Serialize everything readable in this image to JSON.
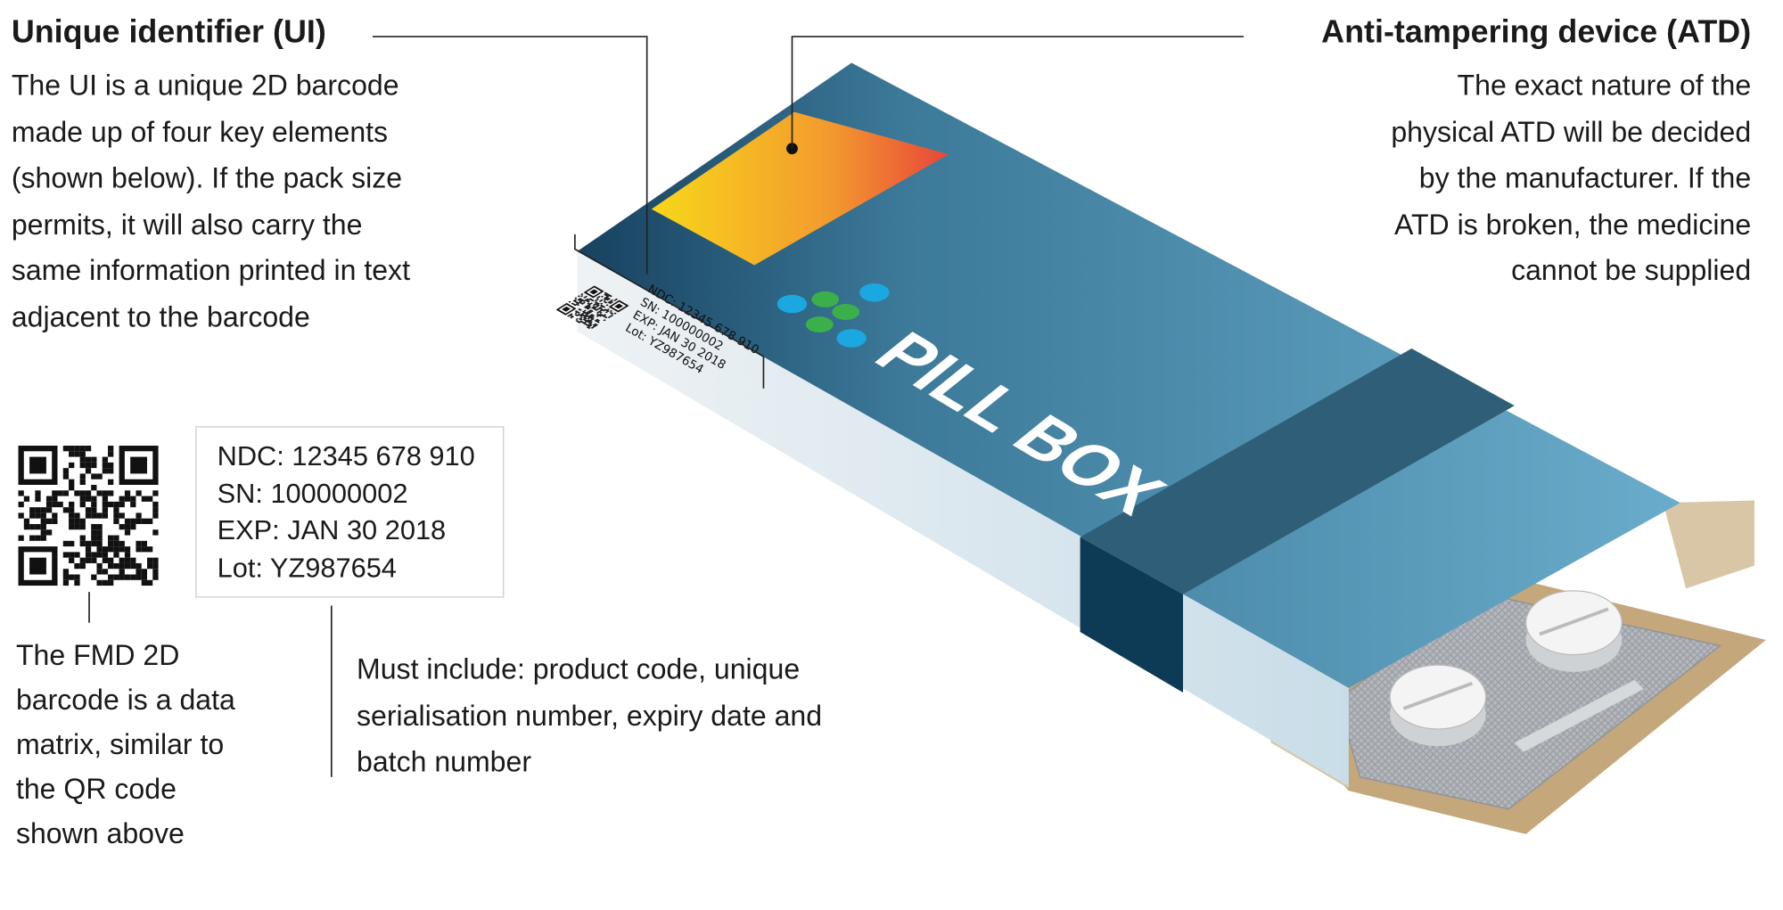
{
  "ui_callout": {
    "title": "Unique identifier (UI)",
    "lines": [
      "The UI is a unique 2D barcode",
      "made up of four key elements",
      "(shown below). If the pack size",
      "permits, it will also carry the",
      "same information printed in text",
      "adjacent to the barcode"
    ]
  },
  "atd_callout": {
    "title": "Anti-tampering device (ATD)",
    "lines": [
      "The exact nature of the",
      "physical ATD will be decided",
      "by the manufacturer. If the",
      "ATD is broken, the medicine",
      "cannot be supplied"
    ]
  },
  "code_box": [
    "NDC: 12345 678 910",
    "SN: 100000002",
    "EXP: JAN 30 2018",
    "Lot: YZ987654"
  ],
  "pack_label": [
    "NDC: 12345 678 910",
    "SN: 100000002",
    "EXP: JAN 30 2018",
    "Lot: YZ987654"
  ],
  "fmd_note": [
    "The FMD 2D",
    "barcode is a data",
    "matrix, similar to",
    "the QR code",
    "shown above"
  ],
  "must_include": [
    "Must include: product code, unique",
    "serialisation number, expiry date and",
    "batch number"
  ],
  "brand": "PILL BOX",
  "colors": {
    "box_top": "#4a8aaa",
    "box_dark": "#1d4f6e",
    "band": "#2f5f78",
    "side": "#dfe8ee",
    "atd_start": "#f7d21a",
    "atd_end": "#e8503a",
    "tray": "#c9b08a",
    "blister": "#a9adb3",
    "dot_blue": "#1ba8e0",
    "dot_green": "#3bb04a"
  }
}
